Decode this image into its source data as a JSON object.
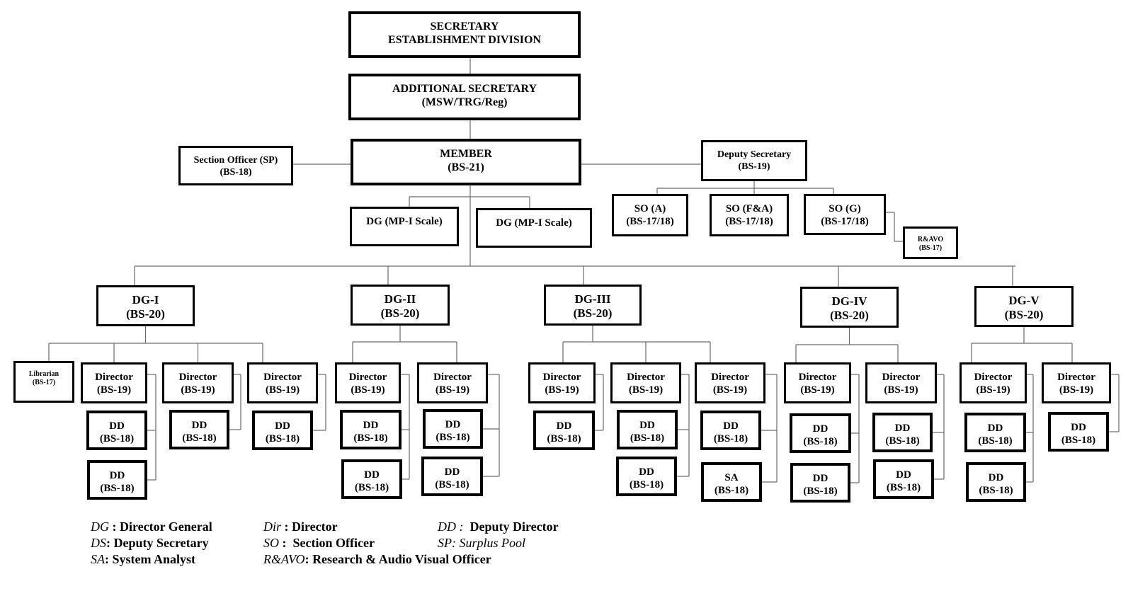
{
  "chart": {
    "top": {
      "secretary": [
        "SECRETARY",
        "ESTABLISHMENT DIVISION"
      ],
      "additional_secretary": [
        "ADDITIONAL SECRETARY",
        "(MSW/TRG/Reg)"
      ],
      "member": [
        "MEMBER",
        "(BS-21)"
      ],
      "section_officer_sp": [
        "Section Officer (SP)",
        "(BS-18)"
      ],
      "deputy_secretary": [
        "Deputy Secretary",
        "(BS-19)"
      ],
      "so_a": [
        "SO (A)",
        "(BS-17/18)"
      ],
      "so_fa": [
        "SO (F&A)",
        "(BS-17/18)"
      ],
      "so_g": [
        "SO (G)",
        "(BS-17/18)"
      ],
      "ravo": [
        "R&AVO",
        "(BS-17)"
      ],
      "dg_mp1_left": [
        "DG (MP-I Scale)"
      ],
      "dg_mp1_right": [
        "DG (MP-I Scale)"
      ]
    },
    "wings": [
      {
        "dg": [
          "DG-I",
          "(BS-20)"
        ],
        "librarian": [
          "Librarian",
          "(BS-17)"
        ],
        "directors": [
          {
            "title": [
              "Director",
              "(BS-19)"
            ],
            "subs": [
              [
                "DD",
                "(BS-18)"
              ],
              [
                "DD",
                "(BS-18)"
              ]
            ]
          },
          {
            "title": [
              "Director",
              "(BS-19)"
            ],
            "subs": [
              [
                "DD",
                "(BS-18)"
              ]
            ]
          },
          {
            "title": [
              "Director",
              "(BS-19)"
            ],
            "subs": [
              [
                "DD",
                "(BS-18)"
              ]
            ]
          }
        ]
      },
      {
        "dg": [
          "DG-II",
          "(BS-20)"
        ],
        "directors": [
          {
            "title": [
              "Director",
              "(BS-19)"
            ],
            "subs": [
              [
                "DD",
                "(BS-18)"
              ],
              [
                "DD",
                "(BS-18)"
              ]
            ]
          },
          {
            "title": [
              "Director",
              "(BS-19)"
            ],
            "subs": [
              [
                "DD",
                "(BS-18)"
              ],
              [
                "DD",
                "(BS-18)"
              ]
            ]
          }
        ]
      },
      {
        "dg": [
          "DG-III",
          "(BS-20)"
        ],
        "directors": [
          {
            "title": [
              "Director",
              "(BS-19)"
            ],
            "subs": [
              [
                "DD",
                "(BS-18)"
              ]
            ]
          },
          {
            "title": [
              "Director",
              "(BS-19)"
            ],
            "subs": [
              [
                "DD",
                "(BS-18)"
              ],
              [
                "DD",
                "(BS-18)"
              ]
            ]
          },
          {
            "title": [
              "Director",
              "(BS-19)"
            ],
            "subs": [
              [
                "DD",
                "(BS-18)"
              ],
              [
                "SA",
                "(BS-18)"
              ]
            ]
          }
        ]
      },
      {
        "dg": [
          "DG-IV",
          "(BS-20)"
        ],
        "directors": [
          {
            "title": [
              "Director",
              "(BS-19)"
            ],
            "subs": [
              [
                "DD",
                "(BS-18)"
              ],
              [
                "DD",
                "(BS-18)"
              ]
            ]
          },
          {
            "title": [
              "Director",
              "(BS-19)"
            ],
            "subs": [
              [
                "DD",
                "(BS-18)"
              ],
              [
                "DD",
                "(BS-18)"
              ]
            ]
          }
        ]
      },
      {
        "dg": [
          "DG-V",
          "(BS-20)"
        ],
        "directors": [
          {
            "title": [
              "Director",
              "(BS-19)"
            ],
            "subs": [
              [
                "DD",
                "(BS-18)"
              ],
              [
                "DD",
                "(BS-18)"
              ]
            ]
          },
          {
            "title": [
              "Director",
              "(BS-19)"
            ],
            "subs": [
              [
                "DD",
                "(BS-18)"
              ]
            ]
          }
        ]
      }
    ]
  },
  "legend": [
    {
      "abbr": "DG",
      "sep": " : ",
      "text": "Director General"
    },
    {
      "abbr": "Dir",
      "sep": " : ",
      "text": "Director"
    },
    {
      "abbr": "DD :",
      "sep": "  ",
      "text": "Deputy Director"
    },
    {
      "abbr": "DS",
      "sep": ": ",
      "text": "Deputy Secretary"
    },
    {
      "abbr": "SO",
      "sep": " :  ",
      "text": "Section Officer"
    },
    {
      "abbr": "SP: Surplus Pool",
      "sep": "",
      "text": ""
    },
    {
      "abbr": "SA",
      "sep": ": ",
      "text": "System Analyst"
    },
    {
      "abbr": "R&AVO",
      "sep": ": ",
      "text": "Research & Audio Visual Officer"
    }
  ]
}
